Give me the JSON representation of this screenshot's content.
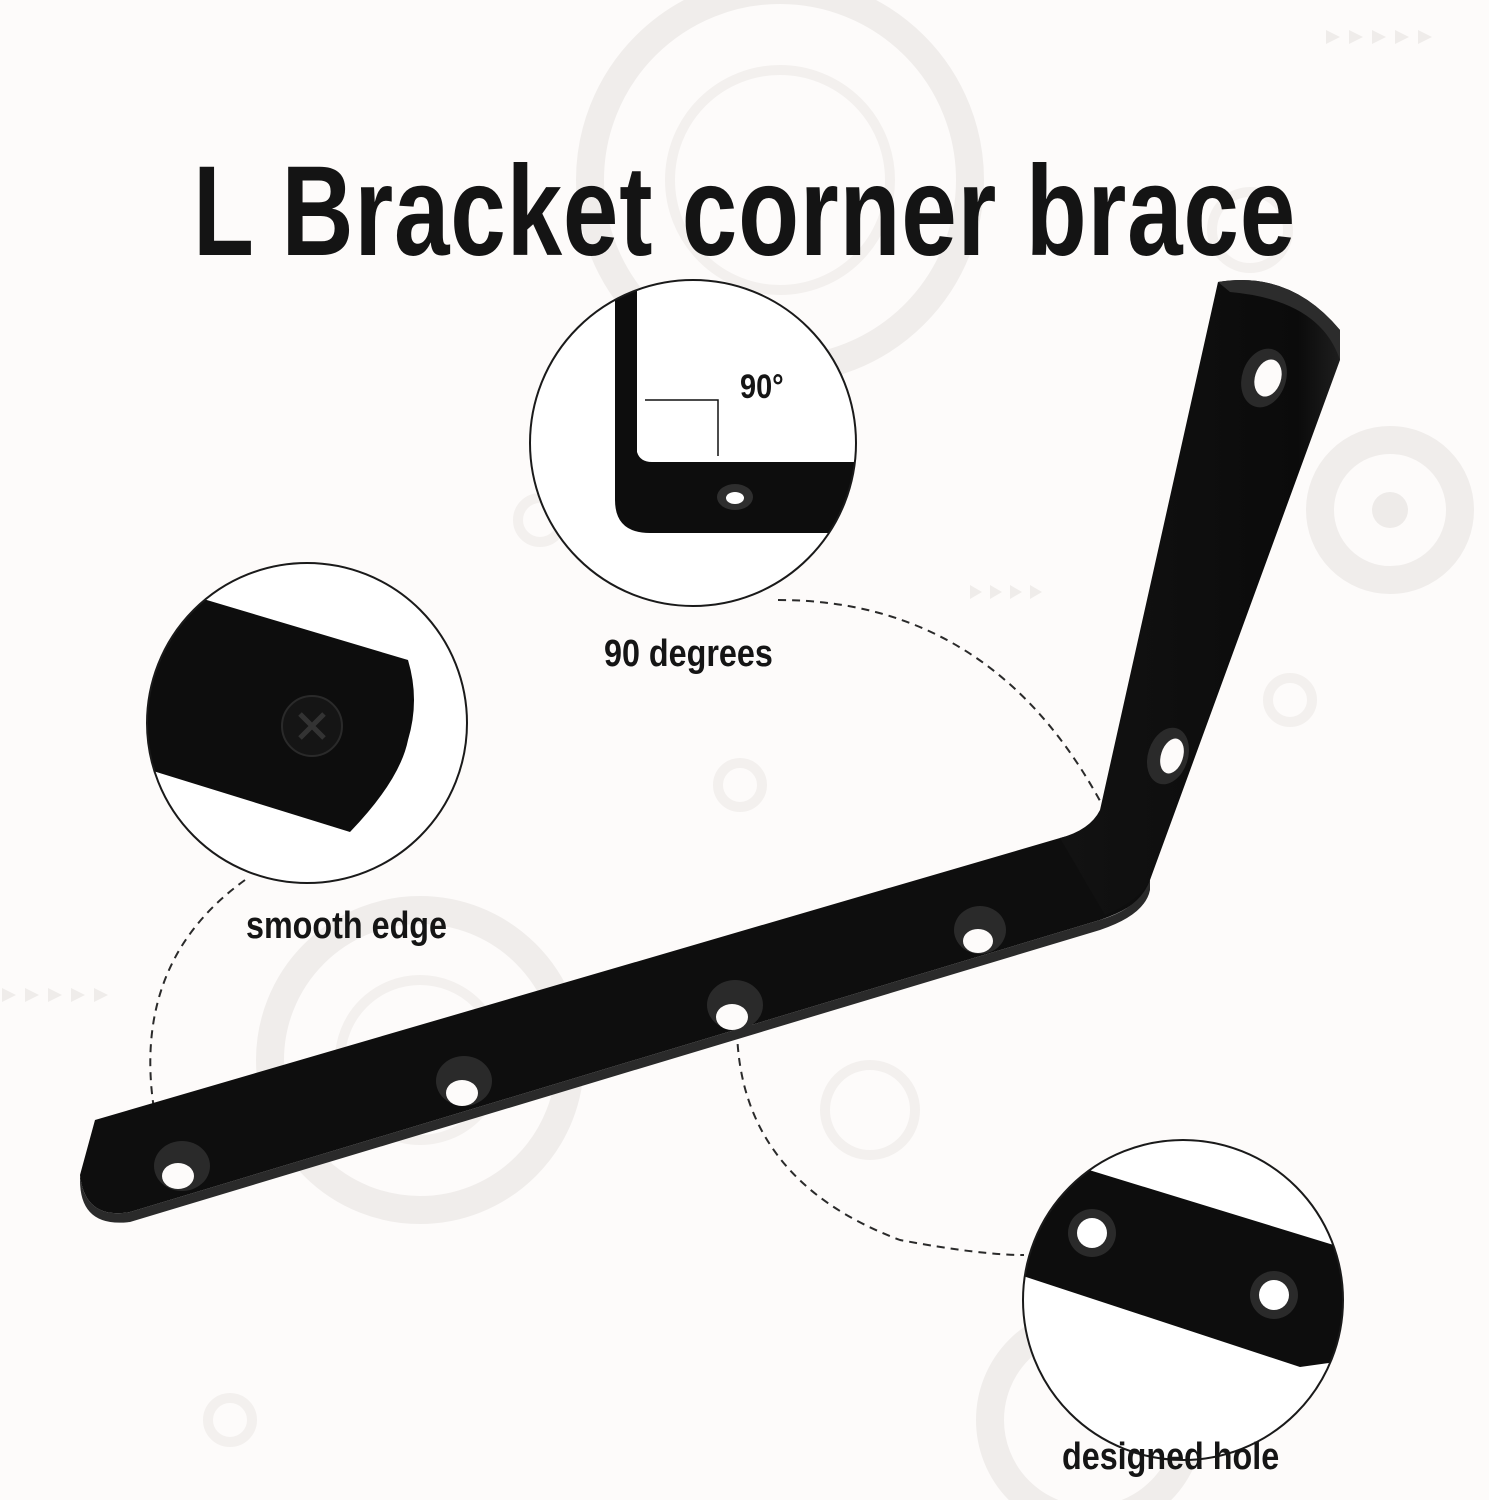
{
  "title": "L Bracket corner brace",
  "callouts": {
    "angle": {
      "label": "90 degrees",
      "inset_mark": "90°"
    },
    "edge": {
      "label": "smooth edge"
    },
    "hole": {
      "label": "designed hole"
    }
  },
  "product": {
    "name": "L bracket",
    "color": "#0d0d0d",
    "holes_long_arm": 4,
    "holes_short_arm": 2
  },
  "colors": {
    "background": "#fdfbfa",
    "text": "#141414",
    "bracket": "#0d0d0d",
    "watermark": "#f1eeec"
  }
}
